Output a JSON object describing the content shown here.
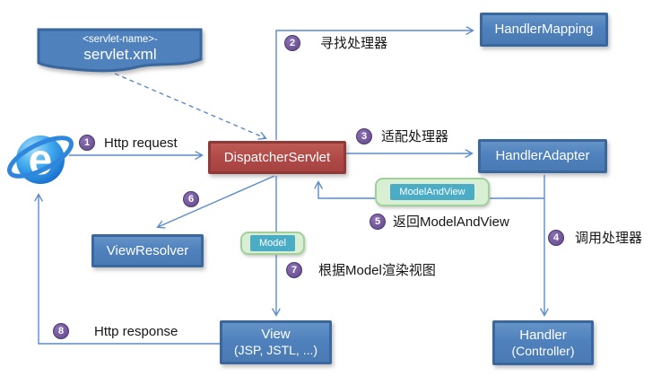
{
  "nodes": {
    "servlet_config": {
      "line1": "<servlet-name>-",
      "line2": "servlet.xml"
    },
    "dispatcher_servlet": {
      "label": "DispatcherServlet"
    },
    "handler_mapping": {
      "label": "HandlerMapping"
    },
    "handler_adapter": {
      "label": "HandlerAdapter"
    },
    "handler": {
      "line1": "Handler",
      "line2": "(Controller)"
    },
    "view": {
      "line1": "View",
      "line2": "(JSP, JSTL, ...)"
    },
    "view_resolver": {
      "label": "ViewResolver"
    }
  },
  "capsules": {
    "model_and_view": "ModelAndView",
    "model": "Model"
  },
  "steps": [
    {
      "num": "1",
      "text": "Http request"
    },
    {
      "num": "2",
      "text": "寻找处理器"
    },
    {
      "num": "3",
      "text": "适配处理器"
    },
    {
      "num": "4",
      "text": "调用处理器"
    },
    {
      "num": "5",
      "text": "返回ModelAndView"
    },
    {
      "num": "6",
      "text": ""
    },
    {
      "num": "7",
      "text": "根据Model渲染视图"
    },
    {
      "num": "8",
      "text": "Http response"
    }
  ],
  "icons": {
    "browser": "internet-explorer-icon"
  },
  "colors": {
    "node_blue": "#4f81bd",
    "node_blue_border": "#39679e",
    "node_red": "#b04a48",
    "node_red_border": "#8e3b38",
    "capsule_teal": "#4bacc6",
    "capsule_green": "#d9efd3",
    "badge_purple": "#63498b",
    "connector": "#5b8bc9"
  }
}
